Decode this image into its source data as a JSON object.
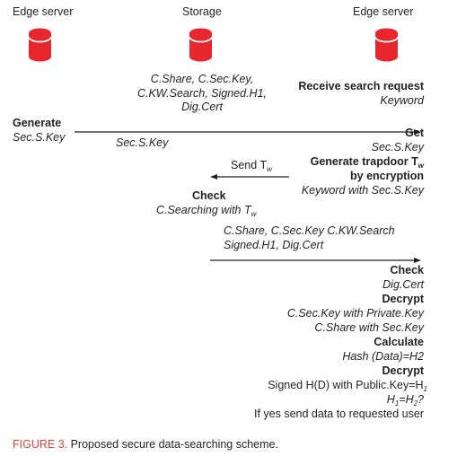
{
  "columns": {
    "left_title": "Edge server",
    "middle_title": "Storage",
    "right_title": "Edge server"
  },
  "storage_contents": [
    "C.Share, C.Sec.Key,",
    "C.KW.Search, Signed.H1,",
    "Dig.Cert"
  ],
  "receive": {
    "heading": "Receive search request",
    "detail": "Keyword"
  },
  "generate": {
    "heading": "Generate",
    "detail": "Sec.S.Key"
  },
  "arrow1_label": "Sec.S.Key",
  "get": {
    "heading": "Get",
    "detail": "Sec.S.Key"
  },
  "send": {
    "text": "Send T",
    "sub": "w"
  },
  "trapdoor": {
    "line1": "Generate trapdoor T",
    "line1_sub": "w",
    "line2": "by encryption",
    "line3": "Keyword with Sec.S.Key"
  },
  "check1": {
    "heading": "Check",
    "detail": "C.Searching with T",
    "detail_sub": "w"
  },
  "arrow3_label": [
    "C.Share, C.Sec.Key C.KW.Search",
    "Signed.H1, Dig.Cert"
  ],
  "steps": {
    "check_heading": "Check",
    "check_detail": "Dig.Cert",
    "decrypt_heading": "Decrypt",
    "decrypt_line1": "C.Sec.Key with Private.Key",
    "decrypt_line2": "C.Share with Sec.Key",
    "calculate_heading": "Calculate",
    "calculate_detail": "Hash (Data)=H2",
    "decrypt2_heading": "Decrypt",
    "decrypt2_line1": "Signed H(D) with Public.Key=H",
    "decrypt2_line1_sub": "1",
    "compare_main": "H",
    "compare_sub1": "1",
    "compare_mid": "=H",
    "compare_sub2": "2",
    "compare_end": "?",
    "final": "If yes send data to requested user"
  },
  "caption": {
    "label": "FIGURE 3.",
    "text": " Proposed secure data-searching scheme."
  },
  "colors": {
    "cylinder": "#e8262d",
    "cylinder_highlight": "#ffffff",
    "text": "#231f20",
    "caption_label": "#e0403a"
  }
}
